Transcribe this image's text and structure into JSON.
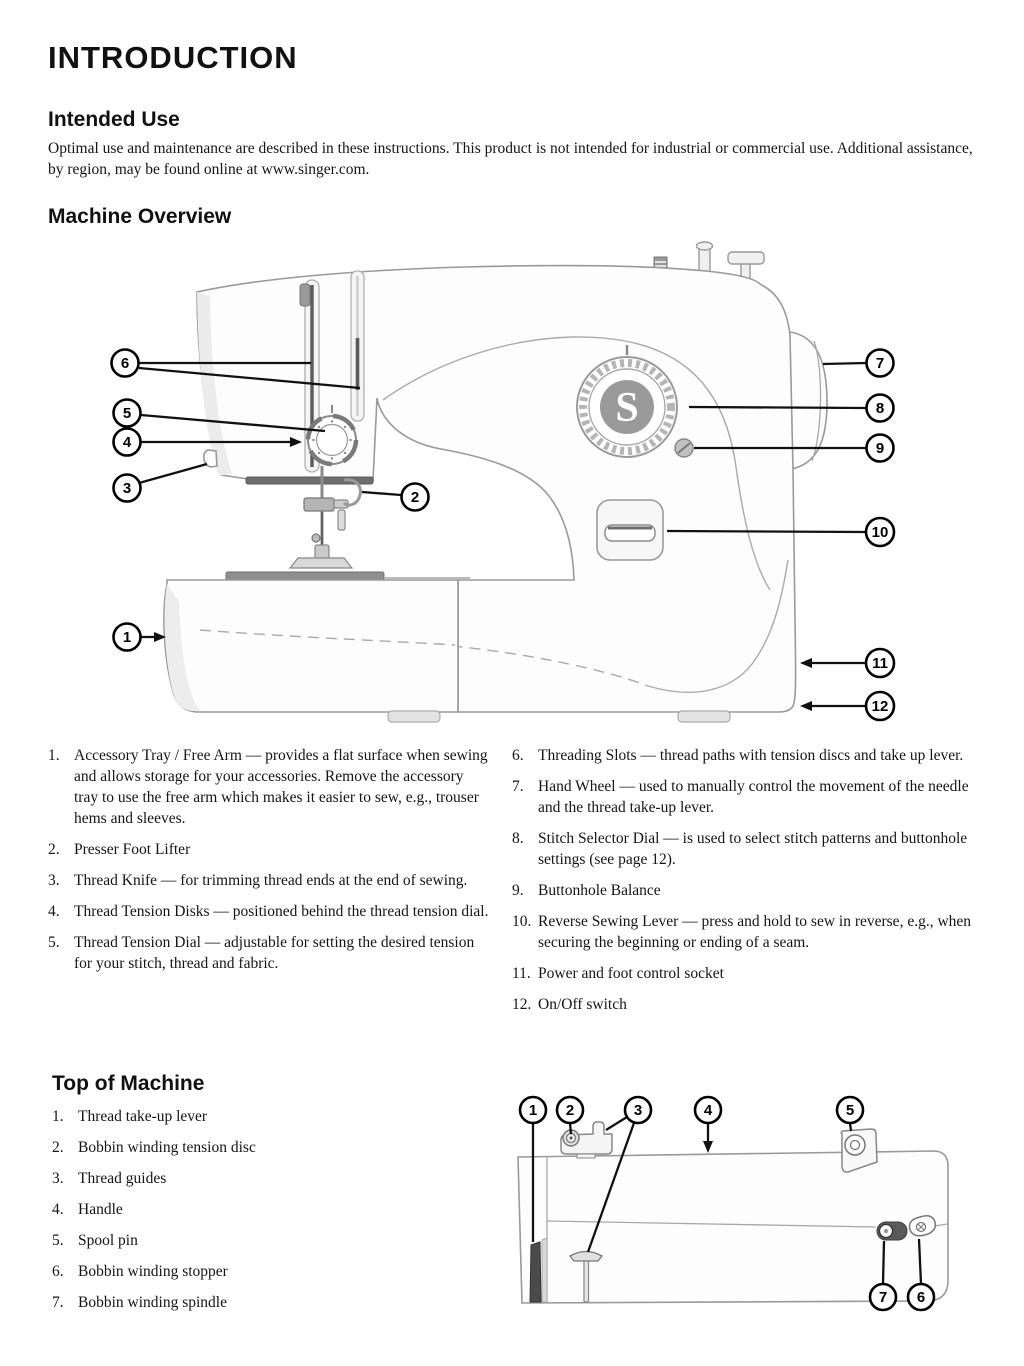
{
  "page": {
    "title": "INTRODUCTION"
  },
  "intended_use": {
    "heading": "Intended Use",
    "body": "Optimal use and maintenance are described in these instructions. This product is not intended for industrial or commercial use. Additional assistance, by region, may be found online at www.singer.com."
  },
  "machine_overview": {
    "heading": "Machine Overview",
    "logo_letter": "S",
    "callouts": [
      "1",
      "2",
      "3",
      "4",
      "5",
      "6",
      "7",
      "8",
      "9",
      "10",
      "11",
      "12"
    ],
    "items_left": [
      {
        "num": "1.",
        "text": "Accessory Tray / Free Arm — provides a flat surface when sewing and allows storage for your accessories. Remove the accessory tray to use the free arm which makes it easier to sew, e.g., trouser hems and sleeves."
      },
      {
        "num": "2.",
        "text": "Presser Foot Lifter"
      },
      {
        "num": "3.",
        "text": "Thread Knife — for trimming thread ends at the end of sewing."
      },
      {
        "num": "4.",
        "text": "Thread Tension Disks — positioned behind the thread tension dial."
      },
      {
        "num": "5.",
        "text": "Thread Tension Dial — adjustable for setting the desired tension for your stitch, thread and fabric."
      }
    ],
    "items_right": [
      {
        "num": "6.",
        "text": "Threading Slots — thread paths with tension discs and take up lever."
      },
      {
        "num": "7.",
        "text": "Hand Wheel — used to manually control the movement of the needle and the thread take-up lever."
      },
      {
        "num": "8.",
        "text": "Stitch Selector Dial — is used to select stitch patterns and buttonhole settings (see page 12)."
      },
      {
        "num": "9.",
        "text": "Buttonhole Balance"
      },
      {
        "num": "10.",
        "text": "Reverse Sewing Lever — press and hold to sew in reverse, e.g., when securing the beginning or ending of a seam."
      },
      {
        "num": "11.",
        "text": "Power and foot control socket"
      },
      {
        "num": "12.",
        "text": "On/Off switch"
      }
    ]
  },
  "top_of_machine": {
    "heading": "Top of Machine",
    "callouts": [
      "1",
      "2",
      "3",
      "4",
      "5",
      "6",
      "7"
    ],
    "items": [
      {
        "num": "1.",
        "text": "Thread take-up lever"
      },
      {
        "num": "2.",
        "text": "Bobbin winding tension disc"
      },
      {
        "num": "3.",
        "text": "Thread guides"
      },
      {
        "num": "4.",
        "text": "Handle"
      },
      {
        "num": "5.",
        "text": "Spool pin"
      },
      {
        "num": "6.",
        "text": "Bobbin winding stopper"
      },
      {
        "num": "7.",
        "text": "Bobbin winding spindle"
      }
    ]
  }
}
